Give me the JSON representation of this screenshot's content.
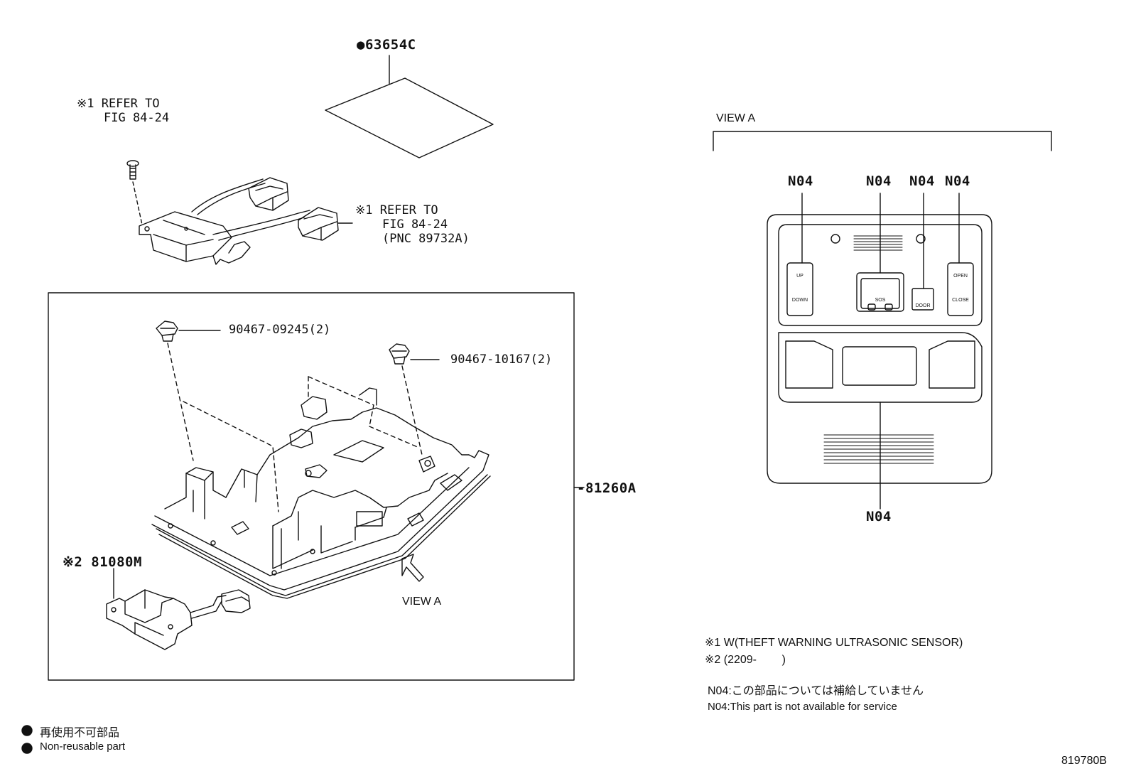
{
  "labels": {
    "p63654c": "●63654C",
    "ref1_line1": "※1 REFER TO",
    "ref1_line2": "FIG 84-24",
    "ref2_line1": "※1 REFER TO",
    "ref2_line2": "FIG 84-24",
    "ref2_line3": "(PNC 89732A)",
    "p90467_09245": "90467-09245(2)",
    "p90467_10167": "90467-10167(2)",
    "p81260a": "-81260A",
    "p81080m": "※2 81080M",
    "view_a_arrow": "VIEW A",
    "view_a_title": "VIEW A",
    "n04_1": "N04",
    "n04_2": "N04",
    "n04_3": "N04",
    "n04_4": "N04",
    "n04_bottom": "N04"
  },
  "console_buttons": {
    "up": "UP",
    "down": "DOWN",
    "sos": "SOS",
    "door": "DOOR",
    "open": "OPEN",
    "close": "CLOSE"
  },
  "notes": {
    "note1": "※1 W(THEFT WARNING ULTRASONIC SENSOR)",
    "note2": "※2 (2209-        )",
    "n04_jp": "N04:この部品については補給していません",
    "n04_en": "N04:This part is not available for service"
  },
  "legend": {
    "jp": "再使用不可部品",
    "en": "Non-reusable part"
  },
  "figure_id": "819780B"
}
